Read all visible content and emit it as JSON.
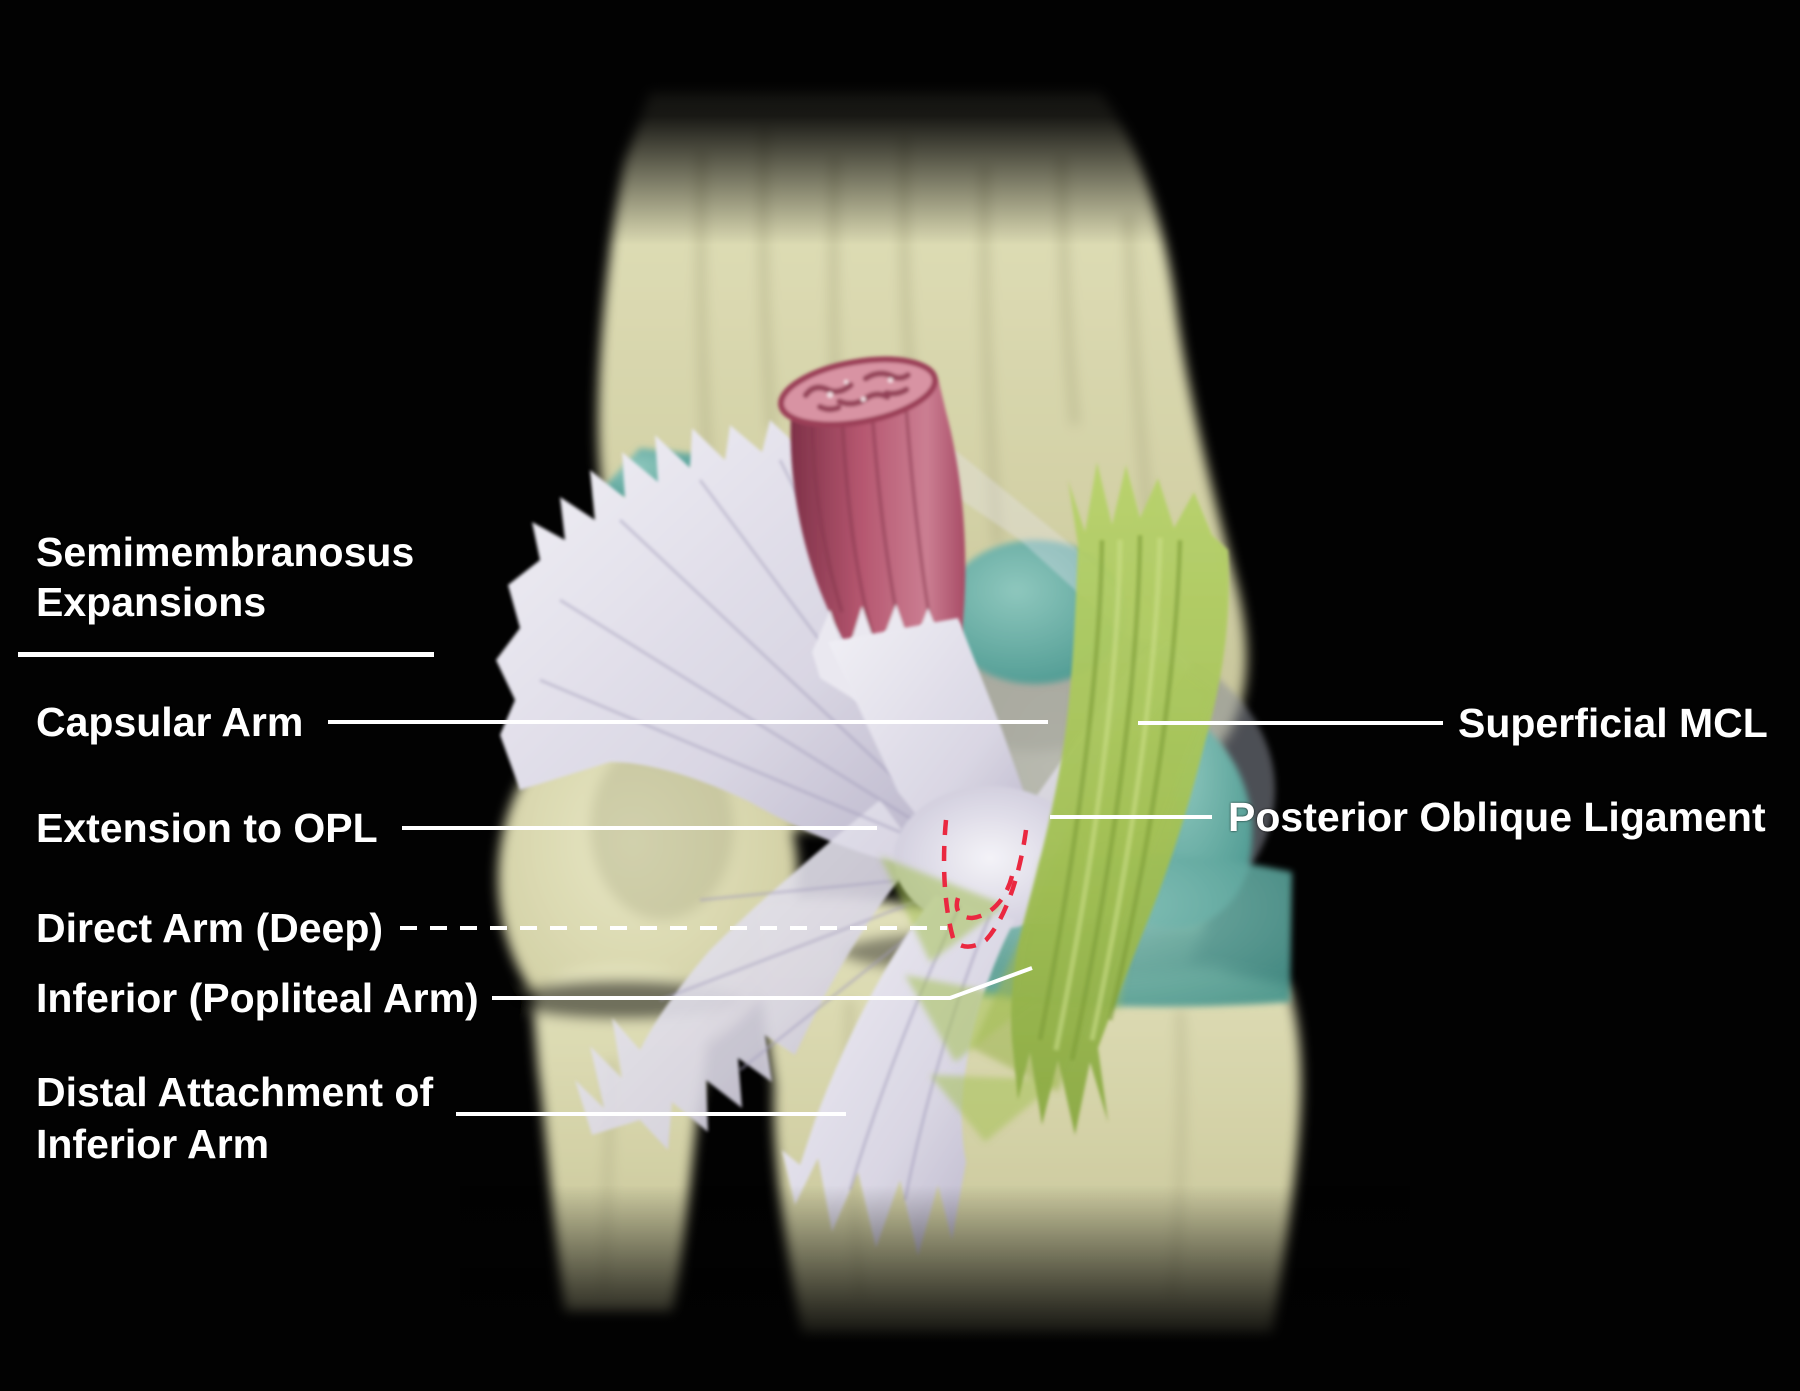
{
  "figure": {
    "title": {
      "line1": "Semimembranosus",
      "line2": "Expansions"
    },
    "labels_left": [
      {
        "text": "Capsular Arm",
        "leader": "solid"
      },
      {
        "text": "Extension to OPL",
        "leader": "solid"
      },
      {
        "text": "Direct Arm (Deep)",
        "leader": "dashed"
      },
      {
        "text": "Inferior (Popliteal Arm)",
        "leader": "solid"
      },
      {
        "text": "Distal Attachment of",
        "text2": "Inferior Arm",
        "leader": "solid"
      }
    ],
    "labels_right": [
      {
        "text": "Superficial MCL",
        "leader": "solid"
      },
      {
        "text": "Posterior Oblique Ligament",
        "leader": "solid"
      }
    ],
    "colors": {
      "background": "#020202",
      "label_text": "#ffffff",
      "leader_line": "#ffffff",
      "bone": "#d3d1a6",
      "bone_shadow": "#a8a681",
      "muscle_red": "#b5566f",
      "muscle_cut": "#d893a3",
      "tendon_white": "#e9e7f0",
      "mcl_green": "#a3c155",
      "capsule_teal": "#5fa89f",
      "hidden_outline_red": "#ea2840"
    }
  }
}
